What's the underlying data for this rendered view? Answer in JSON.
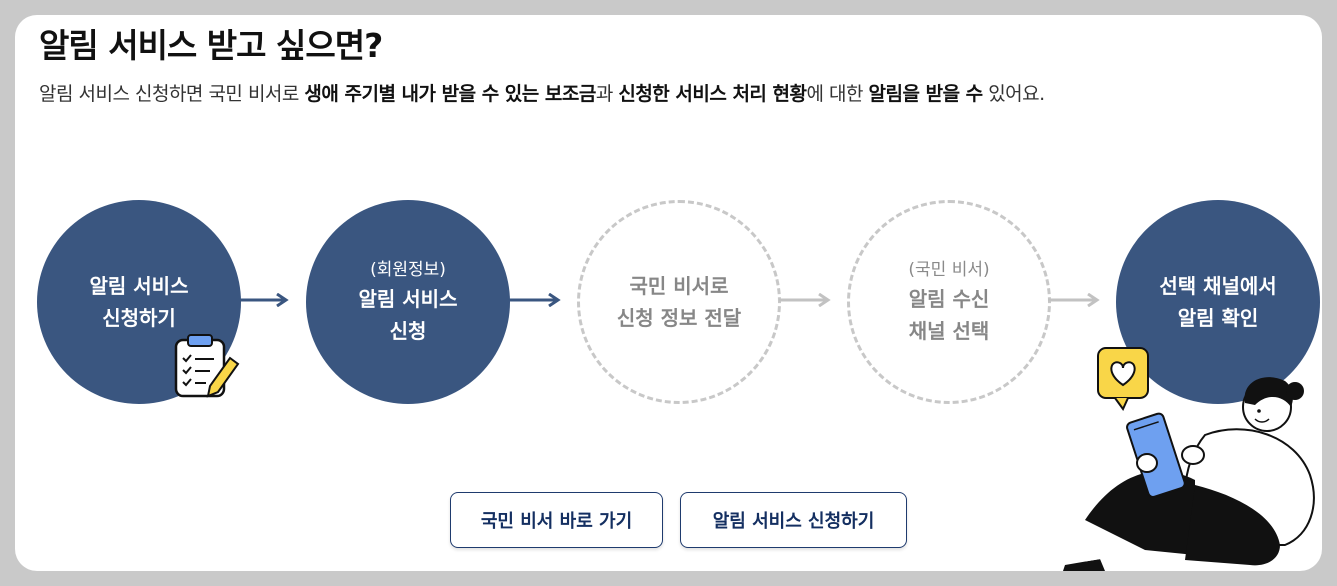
{
  "header": {
    "title": "알림 서비스 받고 싶으면?",
    "desc_parts": [
      {
        "text": "알림 서비스 신청하면 국민 비서로 ",
        "bold": false
      },
      {
        "text": "생애 주기별 내가 받을 수 있는 보조금",
        "bold": true
      },
      {
        "text": "과 ",
        "bold": false
      },
      {
        "text": "신청한 서비스 처리 현황",
        "bold": true
      },
      {
        "text": "에 대한 ",
        "bold": false
      },
      {
        "text": "알림을 받을 수",
        "bold": true
      },
      {
        "text": " 있어요.",
        "bold": false
      }
    ]
  },
  "steps": [
    {
      "sub": "",
      "line1": "알림 서비스",
      "line2": "신청하기",
      "state": "active"
    },
    {
      "sub": "(회원정보)",
      "line1": "알림 서비스",
      "line2": "신청",
      "state": "active"
    },
    {
      "sub": "",
      "line1": "국민 비서로",
      "line2": "신청 정보 전달",
      "state": "pending"
    },
    {
      "sub": "(국민 비서)",
      "line1": "알림 수신",
      "line2": "채널 선택",
      "state": "pending"
    },
    {
      "sub": "",
      "line1": "선택 채널에서",
      "line2": "알림 확인",
      "state": "active"
    }
  ],
  "buttons": {
    "go_assistant": "국민 비서 바로 가기",
    "apply_alert": "알림 서비스 신청하기"
  },
  "colors": {
    "active_step": "#3a5680",
    "pending_border": "#c8c8c8",
    "button_text": "#142f61",
    "phone": "#6ea0f0",
    "heart_bubble": "#f9d648"
  },
  "icons": {
    "clipboard": "clipboard-icon",
    "arrow": "arrow-right-icon",
    "person": "person-with-phone-illustration"
  }
}
